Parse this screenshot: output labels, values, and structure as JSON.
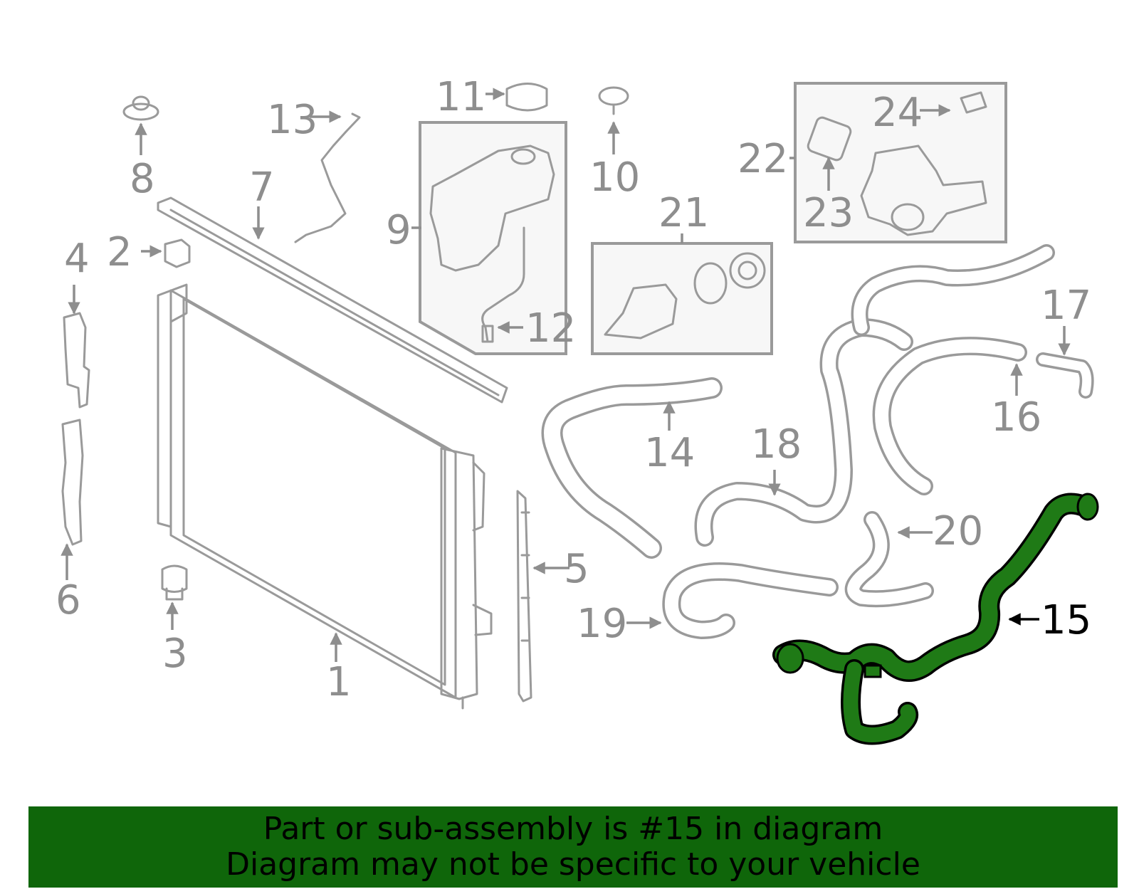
{
  "diagram": {
    "callouts": [
      "1",
      "2",
      "3",
      "4",
      "5",
      "6",
      "7",
      "8",
      "9",
      "10",
      "11",
      "12",
      "13",
      "14",
      "15",
      "16",
      "17",
      "18",
      "19",
      "20",
      "21",
      "22",
      "23",
      "24"
    ],
    "highlighted_callout": "15",
    "colors": {
      "highlight": "#1f7a16",
      "banner": "#0f660a",
      "parts": "#9a9a9a"
    }
  },
  "banner": {
    "line1": "Part or sub-assembly is #15 in diagram",
    "line2": "Diagram may not be specific to your vehicle"
  }
}
